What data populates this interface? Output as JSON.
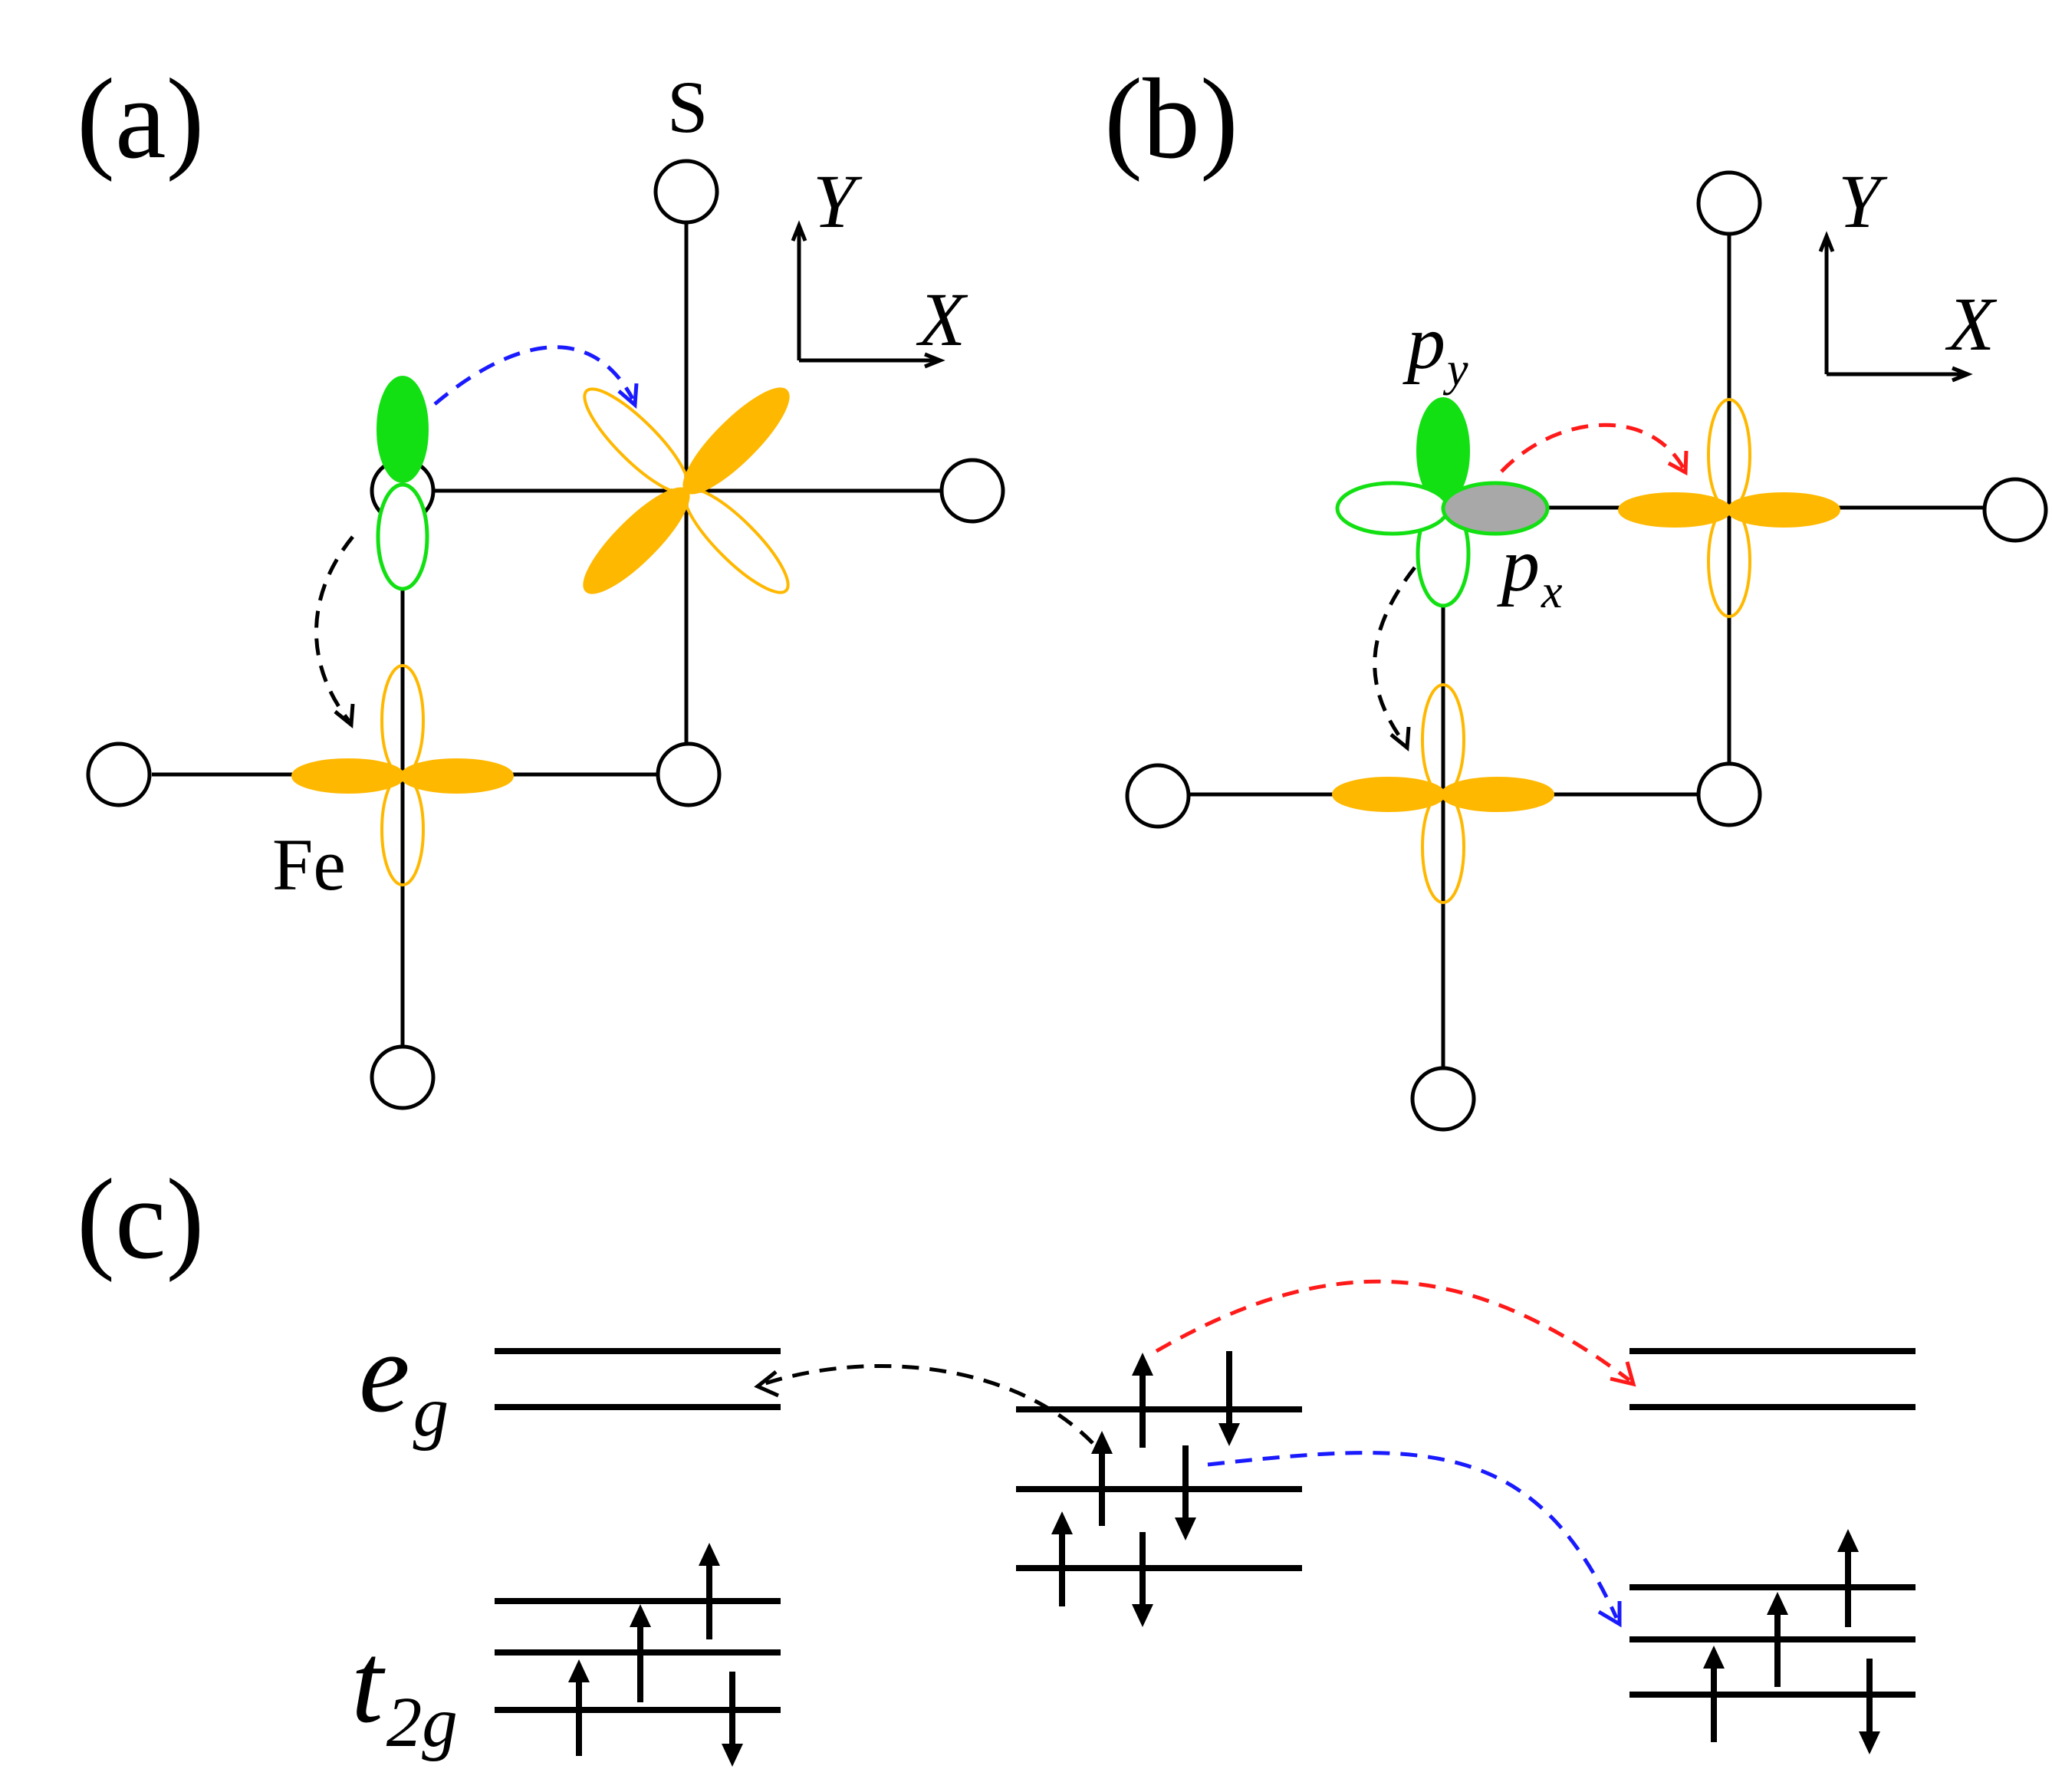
{
  "panels": {
    "a": "(a)",
    "b": "(b)",
    "c": "(c)"
  },
  "atoms": {
    "sulfur": "S",
    "iron": "Fe"
  },
  "axes": {
    "x": "X",
    "y": "Y"
  },
  "orbitals": {
    "py_base": "p",
    "py_sub": "y",
    "px_base": "p",
    "px_sub": "x"
  },
  "levels": {
    "eg_base": "e",
    "eg_sub": "g",
    "t2g_base": "t",
    "t2g_sub": "2g"
  },
  "colors": {
    "fe_orbital": "#ffb800",
    "s_orbital": "#12e012",
    "px_lobe": "#a8a8a8",
    "hop_black": "#000000",
    "hop_blue": "#1a1aff",
    "hop_red": "#ff1a1a"
  }
}
